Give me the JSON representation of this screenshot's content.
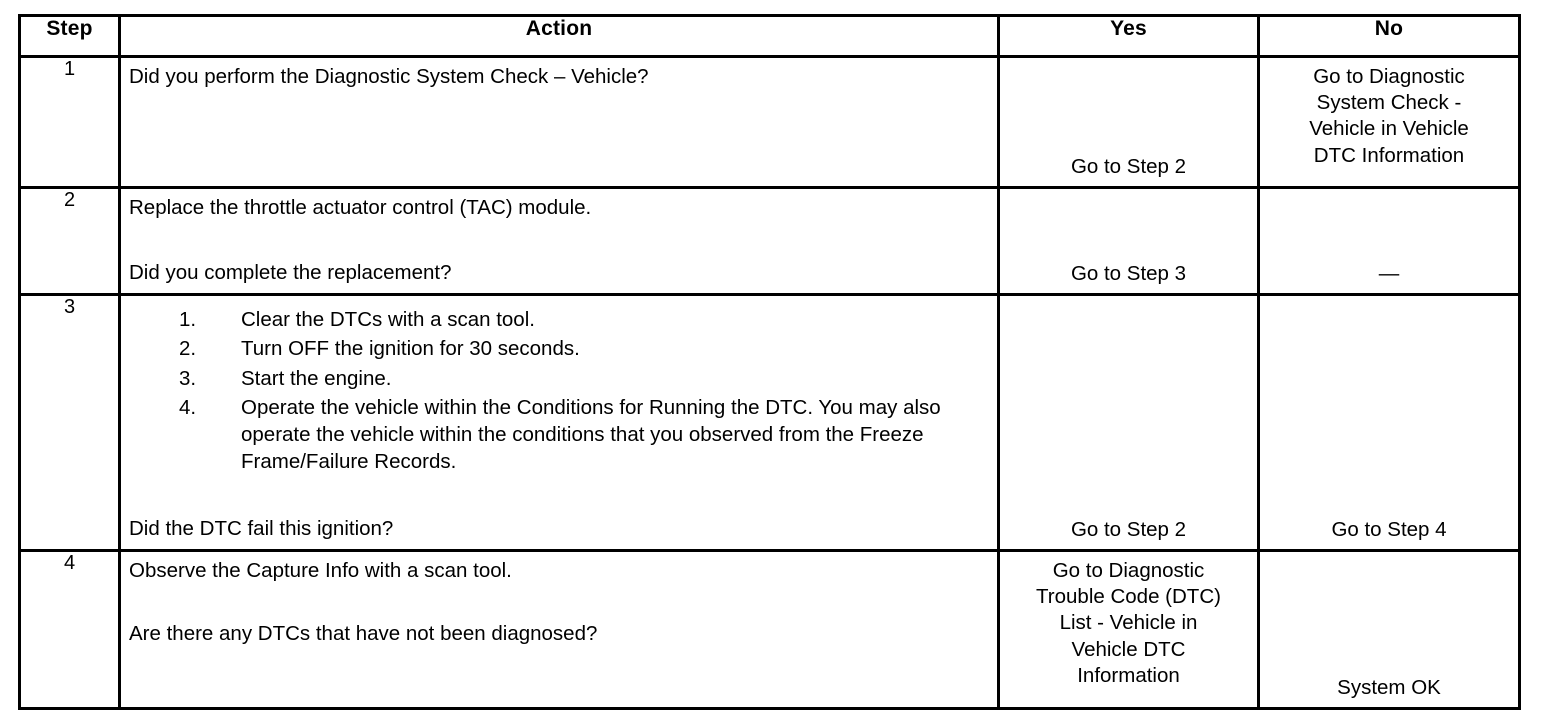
{
  "table": {
    "headers": {
      "step": "Step",
      "action": "Action",
      "yes": "Yes",
      "no": "No"
    },
    "rows": [
      {
        "step": "1",
        "action_lines": [
          "Did you perform the Diagnostic System Check – Vehicle?"
        ],
        "yes_lines": [
          "Go to Step 2"
        ],
        "no_lines": [
          "Go to Diagnostic",
          "System Check -",
          "Vehicle in Vehicle",
          "DTC Information"
        ]
      },
      {
        "step": "2",
        "action_lines": [
          "Replace the throttle actuator control (TAC) module.",
          "Did you complete the replacement?"
        ],
        "yes_lines": [
          "Go to Step 3"
        ],
        "no_lines": [
          "—"
        ]
      },
      {
        "step": "3",
        "numbered_items": [
          {
            "num": "1.",
            "text": "Clear the DTCs with a scan tool."
          },
          {
            "num": "2.",
            "text": "Turn OFF the ignition for 30 seconds."
          },
          {
            "num": "3.",
            "text": "Start the engine."
          },
          {
            "num": "4.",
            "text": "Operate the vehicle within the Conditions for Running the DTC. You may also operate the vehicle within the conditions that you observed from the Freeze Frame/Failure Records."
          }
        ],
        "question": "Did the DTC fail this ignition?",
        "yes_lines": [
          "Go to Step 2"
        ],
        "no_lines": [
          "Go to Step 4"
        ]
      },
      {
        "step": "4",
        "action_lines": [
          "Observe the Capture Info with a scan tool.",
          "Are there any DTCs that have not been diagnosed?"
        ],
        "yes_lines": [
          "Go to Diagnostic",
          "Trouble Code (DTC)",
          "List - Vehicle in",
          "Vehicle DTC",
          "Information"
        ],
        "no_lines": [
          "System OK"
        ]
      }
    ]
  }
}
